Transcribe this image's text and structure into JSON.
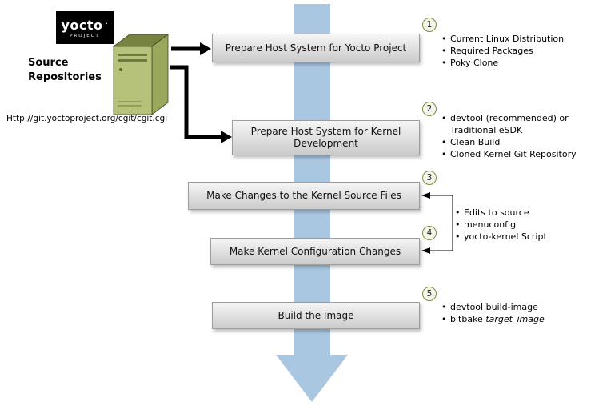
{
  "colors": {
    "arrow_blue": "#aac7e2",
    "server_top": "#76843f",
    "server_side": "#9aa85e",
    "server_front": "#b6c17a",
    "circle_border": "#7d8c44",
    "box_border": "#9d9d9d"
  },
  "logo": {
    "text": "yocto",
    "dot": "·",
    "subtext": "PROJECT"
  },
  "source": {
    "label": "Source Repositories",
    "url": "Http://git.yoctoproject.org/cgit/cgit.cgi"
  },
  "steps": [
    {
      "num": "1",
      "label": "Prepare Host System for Yocto Project",
      "bullets": [
        "Current Linux Distribution",
        "Required Packages",
        "Poky Clone"
      ]
    },
    {
      "num": "2",
      "label": "Prepare Host System for Kernel Development",
      "bullets": [
        "devtool (recommended) or Traditional eSDK",
        "Clean Build",
        "Cloned Kernel Git Repository"
      ]
    },
    {
      "num": "3",
      "label": "Make Changes to the Kernel Source Files",
      "bullets": []
    },
    {
      "num": "4",
      "label": "Make Kernel Configuration Changes",
      "bullets": [
        "Edits to source",
        "menuconfig",
        "yocto-kernel Script"
      ]
    },
    {
      "num": "5",
      "label": "Build the Image",
      "bullets": [
        {
          "text": "devtool build-image"
        },
        {
          "text": "bitbake ",
          "italic": "target_image"
        }
      ]
    }
  ]
}
